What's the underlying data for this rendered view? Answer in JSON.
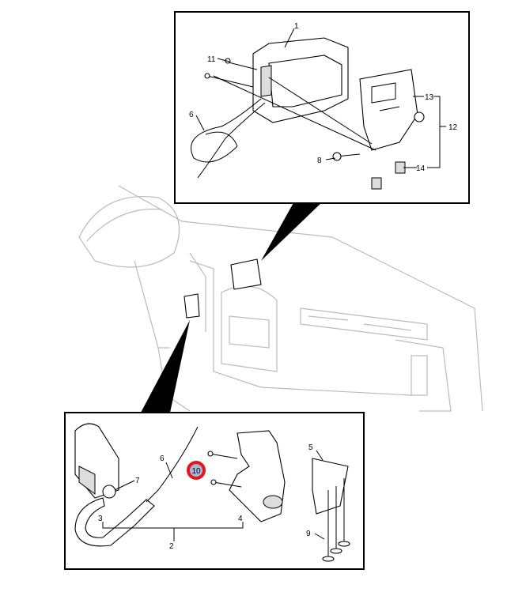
{
  "diagram": {
    "top_inset": {
      "callouts": [
        "1",
        "11",
        "6",
        "13",
        "12",
        "8",
        "14"
      ]
    },
    "bottom_inset": {
      "callouts": [
        "6",
        "7",
        "3",
        "4",
        "2",
        "5",
        "9"
      ],
      "highlighted_callout": "10"
    },
    "colors": {
      "highlight_ring": "#e8141c",
      "highlight_fill": "#a9b6d3"
    }
  }
}
